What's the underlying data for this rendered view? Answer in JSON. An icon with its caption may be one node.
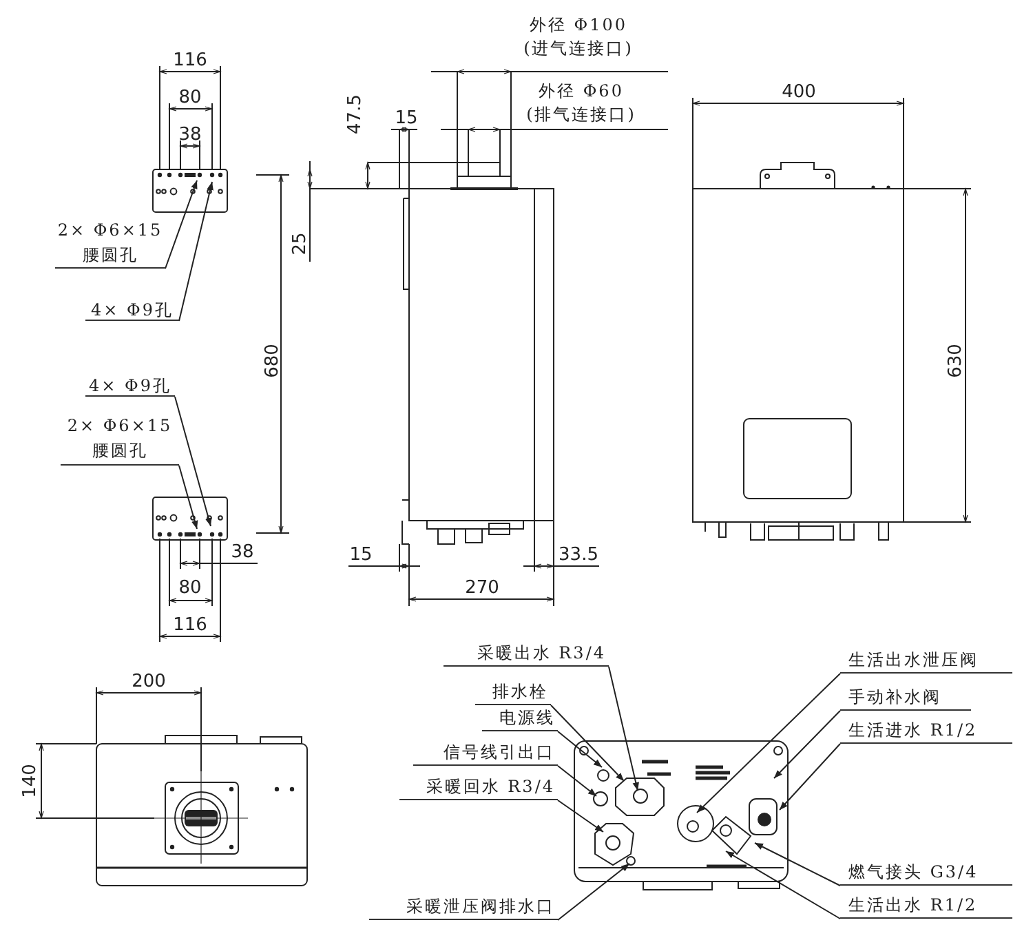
{
  "diagram": {
    "nodes": [
      {
        "text": [
          "2× Φ6×15 腰圆孔"
        ]
      },
      {
        "text": [
          "4× Φ9孔"
        ]
      },
      {
        "text": [
          "4× Φ9孔"
        ]
      },
      {
        "text": [
          "2× Φ6×15 腰圆孔"
        ]
      },
      {
        "text": [
          "采暖出水 R3/4"
        ]
      },
      {
        "text": [
          "排水栓"
        ]
      },
      {
        "text": [
          "电源线"
        ]
      },
      {
        "text": [
          "信号线引出口"
        ]
      },
      {
        "text": [
          "采暖回水 R3/4"
        ]
      },
      {
        "text": [
          "采暖泄压阀排水口"
        ]
      },
      {
        "text": [
          "生活出水泄压阀"
        ]
      },
      {
        "text": [
          "手动补水阀"
        ]
      },
      {
        "text": [
          "生活进水 R1/2"
        ]
      },
      {
        "text": [
          "燃气接头 G3/4"
        ]
      },
      {
        "text": [
          "生活出水 R1/2"
        ]
      },
      {
        "text": [],
        "shape": "picture"
      },
      {
        "text": [],
        "shape": "picture"
      }
    ],
    "edges": [
      {
        "from": 0,
        "to": 15,
        "arrow": "to"
      },
      {
        "from": 1,
        "to": 15,
        "arrow": "to"
      },
      {
        "from": 2,
        "to": 16,
        "arrow": "to"
      },
      {
        "from": 3,
        "to": 16,
        "arrow": "to"
      },
      {
        "from": 4,
        "to": null,
        "arrow": "to"
      },
      {
        "from": 5,
        "to": null,
        "arrow": "to"
      },
      {
        "from": 6,
        "to": null,
        "arrow": "to"
      },
      {
        "from": 7,
        "to": null,
        "arrow": "to"
      },
      {
        "from": 8,
        "to": null,
        "arrow": "to"
      },
      {
        "from": 9,
        "to": null,
        "arrow": "to"
      },
      {
        "from": 10,
        "to": null,
        "arrow": "to"
      },
      {
        "from": 11,
        "to": null,
        "arrow": "to"
      },
      {
        "from": 12,
        "to": null,
        "arrow": "to"
      },
      {
        "from": 13,
        "to": null,
        "arrow": "to"
      },
      {
        "from": 14,
        "to": null,
        "arrow": "to"
      }
    ],
    "labels": [
      "116",
      "80",
      "38",
      "外径 Φ100 (进气连接口)",
      "外径 Φ60 (排气连接口)",
      "47.5",
      "15",
      "400",
      "25",
      "680",
      "630",
      "38",
      "80",
      "116",
      "15",
      "33.5",
      "270",
      "200",
      "140"
    ]
  }
}
